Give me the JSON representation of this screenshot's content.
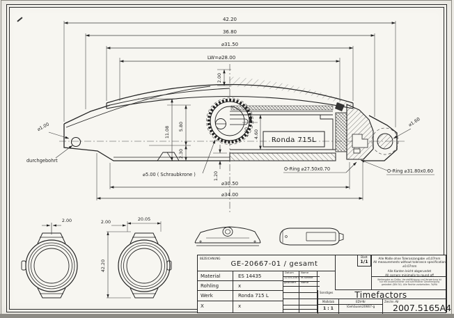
{
  "dims": {
    "tw": "42.20",
    "mw": "36.80",
    "bezel": "⌀31.50",
    "lw": "LW=⌀28.00",
    "d3050": "⌀30.50",
    "d3400": "⌀34.00",
    "h1108": "11.08",
    "h580": "5.80",
    "h230": "2.30",
    "t200": "2.00",
    "t100": "1.00",
    "t460": "4.60",
    "t120": "1.20",
    "lug_left": "⌀1.00",
    "lug_left_note": "durchgebohrt",
    "crown_note": "⌀5.00 ( Schraubkrone )",
    "oring_back": "O-Ring ⌀27.50x0.70",
    "oring_crystal": "O-Ring ⌀31.80x0.60",
    "lug_right": "⌀1.60",
    "movement": "Ronda 715L"
  },
  "views": {
    "strap1": "2.00",
    "strap2": "2.00",
    "lugwidth": "20.05",
    "height": "42.20"
  },
  "title_block": {
    "bezeichnung_label": "BEZEICHNUNG",
    "bezeichnung": "GE-20667-01 / gesamt",
    "rows": [
      {
        "label": "Material",
        "value": "ES 14435"
      },
      {
        "label": "Rohling",
        "value": "x"
      },
      {
        "label": "Werk",
        "value": "Ronda 715 L"
      },
      {
        "label": "X",
        "value": "x"
      }
    ],
    "datum_label": "Datum",
    "name_label": "Name",
    "datum": "12.04.2007",
    "name": "M.Stanke",
    "geaendert_label": "geändert",
    "name2_label": "Name",
    "blatt_label": "Blatt",
    "blatt": "1/1",
    "tol1": "Alle Maße ohne Toleranzangabe ±0,07mm",
    "tol2": "All measurements without tolerance specification ±0.07mm",
    "tol3": "Alle Kanten leicht abgerundet",
    "tol4": "All corners minimally to round off",
    "legal1": "Weitergabe an Dritte, Vervielfältigung und Verwertung ist",
    "legal2": "nur mit ausdrücklicher und schriftlicher Genehmigung",
    "legal3": "gestattet (DIN 34). Alle Rechte vorbehalten. Ts/MA",
    "sonstiges_label": "Sonstiges",
    "company": "Timefactors",
    "massstab_label": "Maßstab",
    "massstab": "1 : 1",
    "edv_label": "EDV-Nr",
    "edv": "\\Gehäuse\\20667-g",
    "zeichn_label": "Zeichn.-Nr",
    "zeichn": "2007.5165A4"
  }
}
